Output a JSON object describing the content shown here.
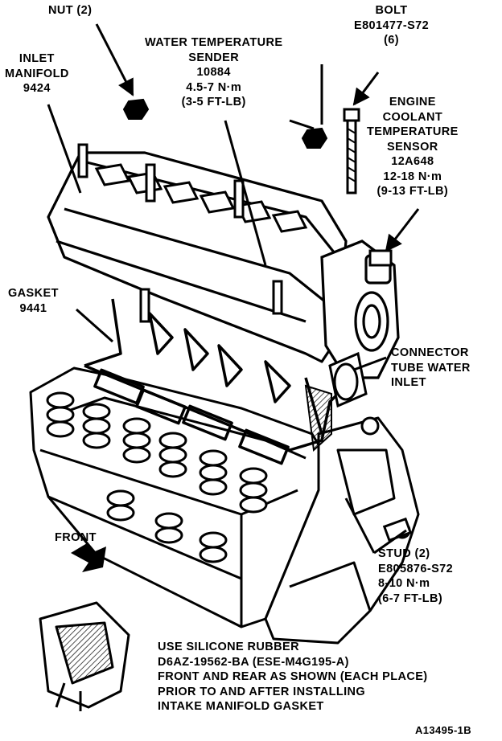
{
  "callouts": {
    "nut": {
      "lines": [
        "NUT (2)"
      ]
    },
    "water_temp_sender": {
      "lines": [
        "WATER TEMPERATURE",
        "SENDER",
        "10884",
        "4.5-7 N·m",
        "(3-5 FT-LB)"
      ]
    },
    "bolt": {
      "lines": [
        "BOLT",
        "E801477-S72",
        "(6)"
      ]
    },
    "inlet_manifold": {
      "lines": [
        "INLET",
        "MANIFOLD",
        "9424"
      ]
    },
    "coolant_sensor": {
      "lines": [
        "ENGINE",
        "COOLANT",
        "TEMPERATURE",
        "SENSOR",
        "12A648",
        "12-18 N·m",
        "(9-13 FT-LB)"
      ]
    },
    "gasket": {
      "lines": [
        "GASKET",
        "9441"
      ]
    },
    "connector_tube": {
      "lines": [
        "CONNECTOR",
        "TUBE WATER",
        "INLET"
      ]
    },
    "front": {
      "lines": [
        "FRONT"
      ]
    },
    "stud": {
      "lines": [
        "STUD (2)",
        "E805876-S72",
        "8-10 N·m",
        "(6-7 FT-LB)"
      ]
    },
    "silicone_note": {
      "lines": [
        "USE SILICONE RUBBER",
        "D6AZ-19562-BA (ESE-M4G195-A)",
        "FRONT AND REAR AS SHOWN (EACH PLACE)",
        "PRIOR TO AND AFTER INSTALLING",
        "INTAKE MANIFOLD GASKET"
      ]
    },
    "figure_id": {
      "lines": [
        "A13495-1B"
      ]
    }
  }
}
